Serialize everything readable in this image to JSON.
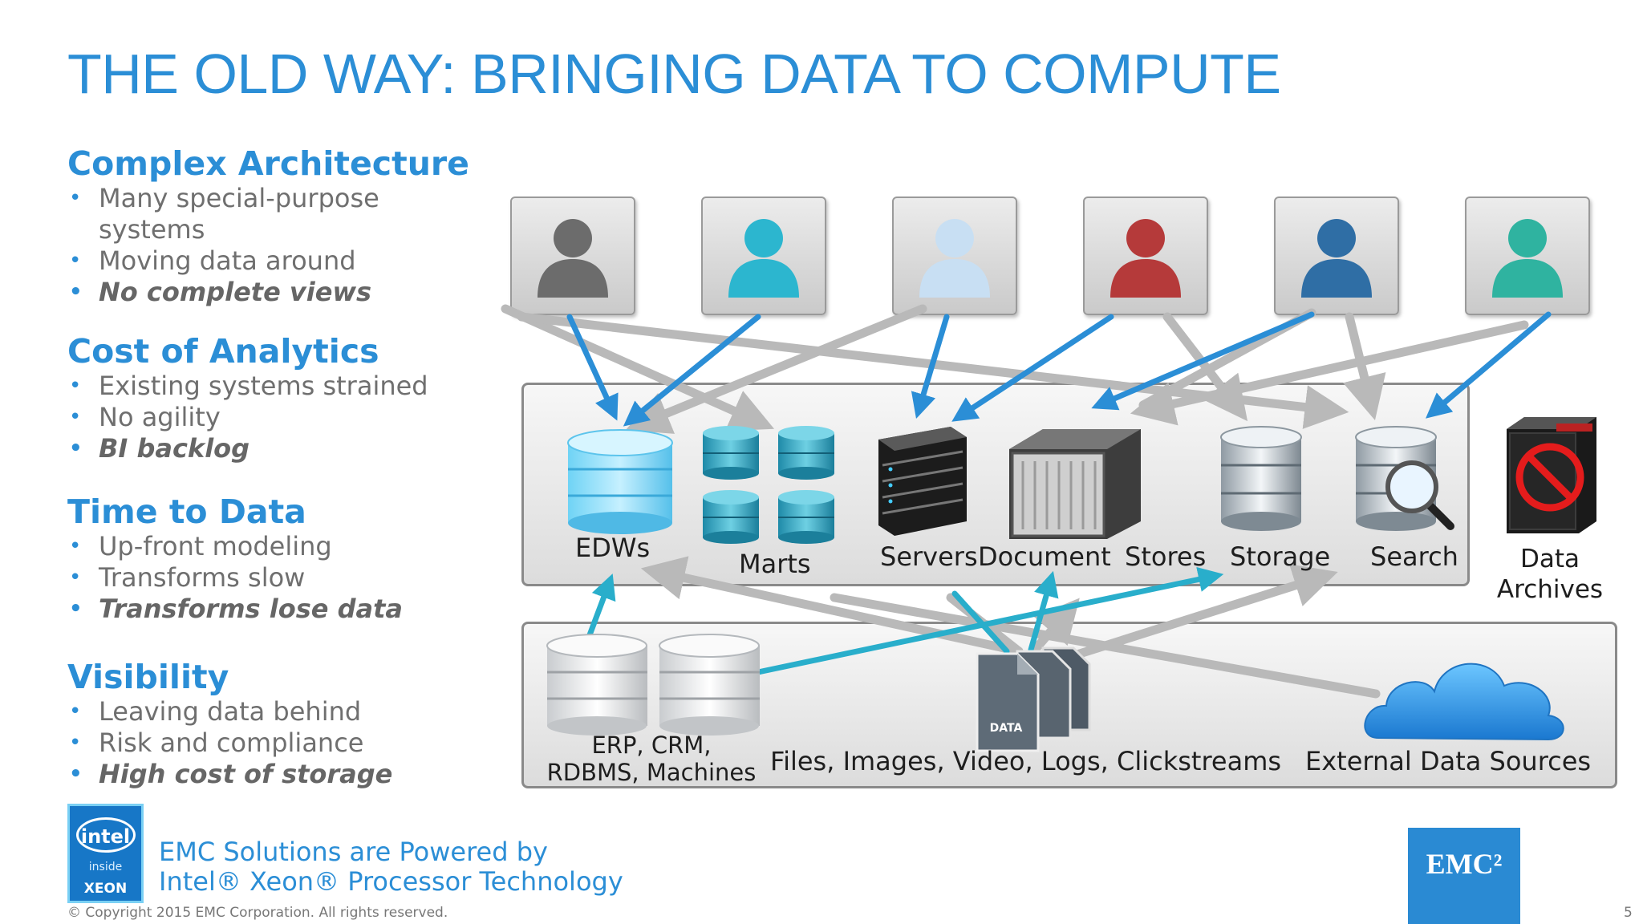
{
  "title": "THE OLD WAY: BRINGING DATA TO COMPUTE",
  "sections": [
    {
      "heading": "Complex Architecture",
      "bullets": [
        "Many special-purpose systems",
        "Moving data around",
        "No complete views"
      ]
    },
    {
      "heading": "Cost of Analytics",
      "bullets": [
        "Existing systems strained",
        "No agility",
        "BI backlog"
      ]
    },
    {
      "heading": "Time to Data",
      "bullets": [
        "Up-front modeling",
        "Transforms slow",
        "Transforms lose data"
      ]
    },
    {
      "heading": "Visibility",
      "bullets": [
        "Leaving data behind",
        "Risk and compliance",
        "High cost of storage"
      ]
    }
  ],
  "diagram": {
    "top_labels": {
      "edws": "EDWs",
      "marts": "Marts",
      "servers": "Servers",
      "document": "Document",
      "stores": "Stores",
      "storage": "Storage",
      "search": "Search"
    },
    "archives_line1": "Data",
    "archives_line2": "Archives",
    "bottom_labels": {
      "erp_line1": "ERP, CRM,",
      "erp_line2": "RDBMS, Machines",
      "files": "Files, Images, Video, Logs, Clickstreams",
      "external": "External Data Sources"
    },
    "data_file_label": "DATA",
    "user_colors": [
      "#6c6c6c",
      "#2cb6cf",
      "#c8dff3",
      "#b53a3a",
      "#2f6ea5",
      "#2fb3a0"
    ],
    "arrow_blue": "#2b8ed6",
    "arrow_gray": "#b9b9b9"
  },
  "footer": {
    "intel_logo": "intel",
    "intel_inside": "inside",
    "intel_xeon": "XEON",
    "powered_line1": "EMC Solutions are Powered by",
    "powered_line2": "Intel® Xeon® Processor Technology",
    "emc_logo": "EMC²",
    "copyright": "© Copyright 2015 EMC Corporation. All rights reserved.",
    "page": "5"
  }
}
